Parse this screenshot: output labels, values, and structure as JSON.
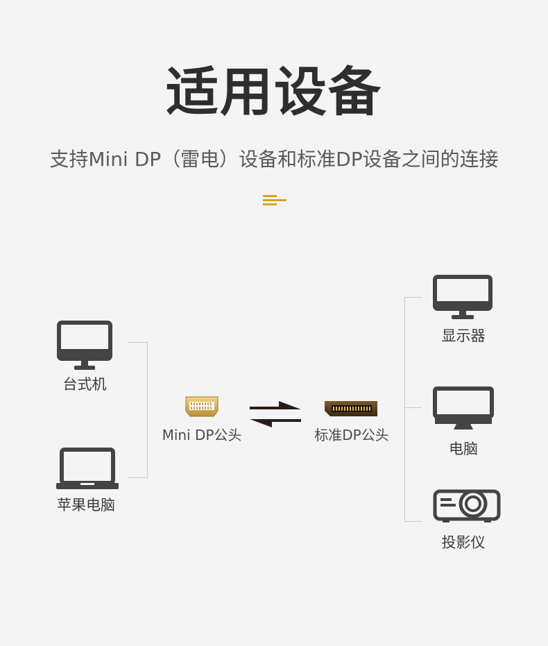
{
  "title": "适用设备",
  "subtitle": "支持Mini  DP（雷电）设备和标准DP设备之间的连接",
  "accent_color": "#d4a521",
  "left_devices": [
    {
      "label": "台式机",
      "icon": "desktop-monitor-icon"
    },
    {
      "label": "苹果电脑",
      "icon": "laptop-icon"
    }
  ],
  "connectors": {
    "mini_dp": {
      "label": "Mini DP公头",
      "icon": "mini-dp-plug-icon"
    },
    "standard_dp": {
      "label": "标准DP公头",
      "icon": "dp-plug-icon"
    },
    "arrow_icon": "bidirectional-arrow-icon"
  },
  "right_devices": [
    {
      "label": "显示器",
      "icon": "monitor-icon"
    },
    {
      "label": "电脑",
      "icon": "computer-monitor-icon"
    },
    {
      "label": "投影仪",
      "icon": "projector-icon"
    }
  ]
}
